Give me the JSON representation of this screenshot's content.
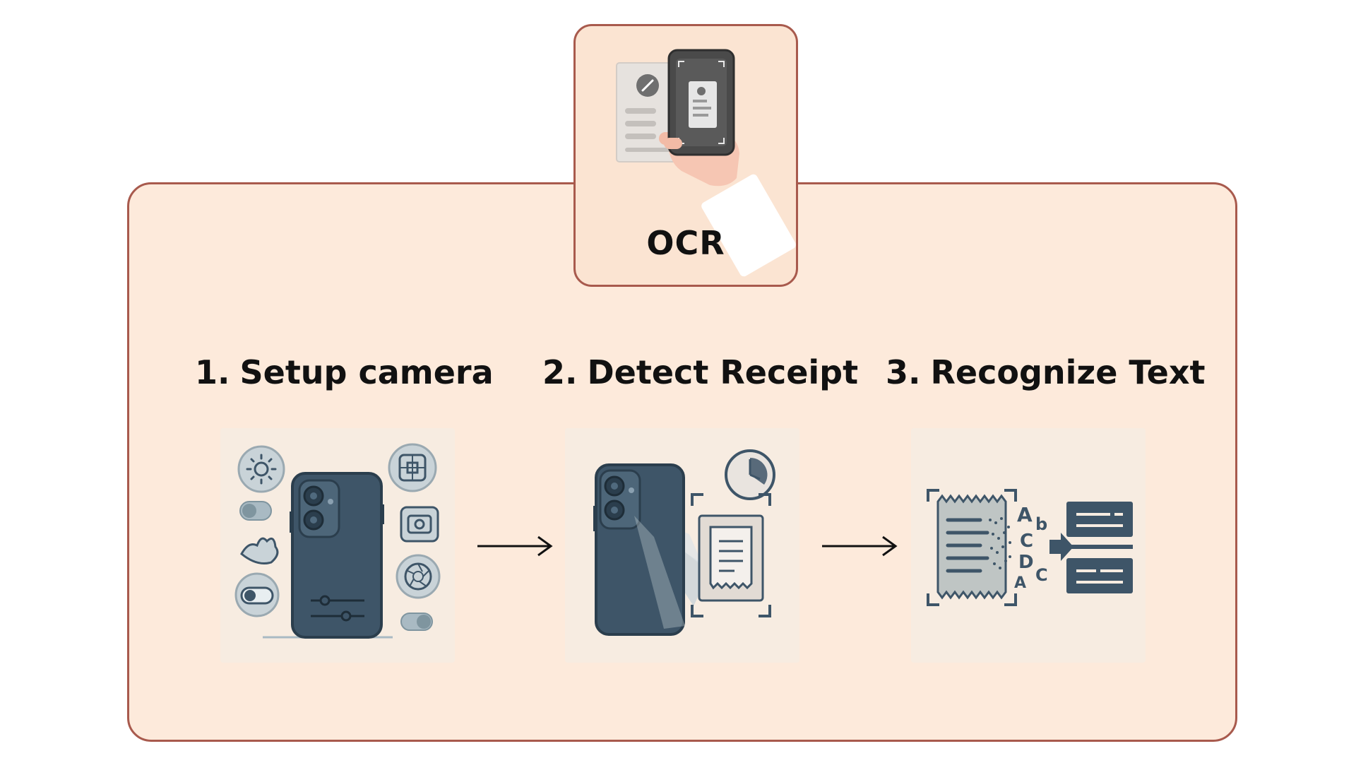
{
  "ocr": {
    "label": "OCR",
    "icon": "phone-scanning-receipt-icon"
  },
  "steps": [
    {
      "number": "1.",
      "title": "Setup camera",
      "icon": "camera-settings-icon"
    },
    {
      "number": "2.",
      "title": "Detect Receipt",
      "icon": "receipt-detection-icon"
    },
    {
      "number": "3.",
      "title": "Recognize Text",
      "icon": "text-recognition-icon"
    }
  ],
  "recognized_letters": [
    "A",
    "b",
    "C",
    "D",
    "C",
    "A"
  ],
  "colors": {
    "outer_fill": "#fdeadb",
    "border": "#a85a4d",
    "phone": "#3e5568",
    "panel_bg": "#f7ece1"
  }
}
